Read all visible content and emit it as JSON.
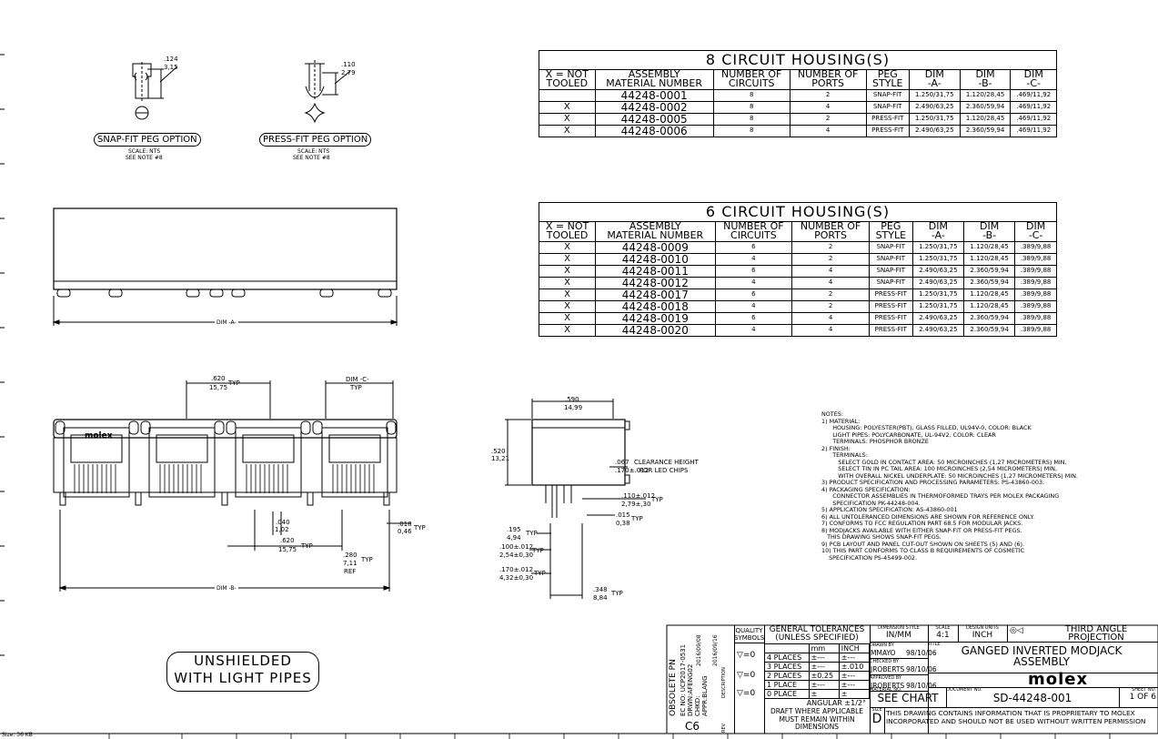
{
  "peg_options": {
    "snap_fit": {
      "dim_in": ".124",
      "dim_mm": "3,15",
      "label": "SNAP-FIT PEG OPTION",
      "scale": "SCALE: NTS",
      "note": "SEE NOTE #8"
    },
    "press_fit": {
      "dim_in": ".110",
      "dim_mm": "2,79",
      "label": "PRESS-FIT PEG OPTION",
      "scale": "SCALE: NTS",
      "note": "SEE NOTE #8"
    }
  },
  "table8": {
    "title": "8 CIRCUIT HOUSING(S)",
    "headers": [
      "X = NOT\nTOOLED",
      "ASSEMBLY\nMATERIAL NUMBER",
      "NUMBER OF\nCIRCUITS",
      "NUMBER OF\nPORTS",
      "PEG\nSTYLE",
      "DIM\n-A-",
      "DIM\n-B-",
      "DIM\n-C-"
    ],
    "rows": [
      [
        "",
        "44248-0001",
        "8",
        "2",
        "SNAP-FIT",
        "1.250/31,75",
        "1.120/28,45",
        ".469/11,92"
      ],
      [
        "X",
        "44248-0002",
        "8",
        "4",
        "SNAP-FIT",
        "2.490/63,25",
        "2.360/59,94",
        ".469/11,92"
      ],
      [
        "X",
        "44248-0005",
        "8",
        "2",
        "PRESS-FIT",
        "1.250/31,75",
        "1.120/28,45",
        ".469/11,92"
      ],
      [
        "X",
        "44248-0006",
        "8",
        "4",
        "PRESS-FIT",
        "2.490/63,25",
        "2.360/59,94",
        ".469/11,92"
      ]
    ]
  },
  "table6": {
    "title": "6 CIRCUIT HOUSING(S)",
    "headers": [
      "X = NOT\nTOOLED",
      "ASSEMBLY\nMATERIAL NUMBER",
      "NUMBER OF\nCIRCUITS",
      "NUMBER OF\nPORTS",
      "PEG\nSTYLE",
      "DIM\n-A-",
      "DIM\n-B-",
      "DIM\n-C-"
    ],
    "rows": [
      [
        "X",
        "44248-0009",
        "6",
        "2",
        "SNAP-FIT",
        "1.250/31,75",
        "1.120/28,45",
        ".389/9,88"
      ],
      [
        "X",
        "44248-0010",
        "4",
        "2",
        "SNAP-FIT",
        "1.250/31,75",
        "1.120/28,45",
        ".389/9,88"
      ],
      [
        "X",
        "44248-0011",
        "6",
        "4",
        "SNAP-FIT",
        "2.490/63,25",
        "2.360/59,94",
        ".389/9,88"
      ],
      [
        "X",
        "44248-0012",
        "4",
        "4",
        "SNAP-FIT",
        "2.490/63,25",
        "2.360/59,94",
        ".389/9,88"
      ],
      [
        "X",
        "44248-0017",
        "6",
        "2",
        "PRESS-FIT",
        "1.250/31,75",
        "1.120/28,45",
        ".389/9,88"
      ],
      [
        "X",
        "44248-0018",
        "4",
        "2",
        "PRESS-FIT",
        "1.250/31,75",
        "1.120/28,45",
        ".389/9,88"
      ],
      [
        "X",
        "44248-0019",
        "6",
        "4",
        "PRESS-FIT",
        "2.490/63,25",
        "2.360/59,94",
        ".389/9,88"
      ],
      [
        "X",
        "44248-0020",
        "4",
        "4",
        "PRESS-FIT",
        "2.490/63,25",
        "2.360/59,94",
        ".389/9,88"
      ]
    ]
  },
  "top_view": {
    "dim_a": "DIM -A-"
  },
  "front_view": {
    "brand": "molex",
    "dim_620_top": ".620",
    "dim_1575_top": "15,75",
    "typ": "TYP",
    "dim_c": "DIM -C-",
    "dim_040": ".040",
    "dim_102": "1,02",
    "dim_620_bot": ".620",
    "dim_1575_bot": "15,75",
    "dim_018": ".018",
    "dim_046": "0,46",
    "dim_280": ".280",
    "dim_711": "7,11",
    "ref": "REF",
    "dim_b": "DIM -B-"
  },
  "side_view": {
    "dim_590": ".590",
    "dim_1499": "14,99",
    "dim_520": ".520",
    "dim_1321": "13,21",
    "dim_067": ".067",
    "dim_170": ".170±.012",
    "clearance": "CLEARANCE HEIGHT",
    "led": "FOR LED CHIPS",
    "dim_110": ".110±.012",
    "dim_279": "2,79±,30",
    "dim_015": ".015",
    "dim_038": "0,38",
    "dim_195": ".195",
    "dim_494": "4,94",
    "dim_100": ".100±.012",
    "dim_254": "2,54±0,30",
    "dim_432": "4,32±0,30",
    "dim_348": ".348",
    "dim_884": "8,84",
    "typ": "TYP"
  },
  "notes": "NOTES:\n1) MATERIAL:\n      HOUSING: POLYESTER(PBT), GLASS FILLED, UL94V-0, COLOR: BLACK\n      LIGHT PIPES: POLYCARBONATE, UL-94V2, COLOR: CLEAR\n      TERMINALS: PHOSPHOR BRONZE\n2) FINISH:\n      TERMINALS:\n         SELECT GOLD IN CONTACT AREA: 50 MICROINCHES (1,27 MICROMETERS) MIN.\n         SELECT TIN IN PC TAIL AREA: 100 MICROINCHES (2,54 MICROMETERS) MIN,\n         WITH OVERALL NICKEL UNDERPLATE: 50 MICROINCHES (1,27 MICROMETERS) MIN.\n3) PRODUCT SPECIFICATION AND PROCESSING PARAMETERS: PS-43860-003.\n4) PACKAGING SPECIFICATION:\n      CONNECTOR ASSEMBLIES IN THERMOFORMED TRAYS PER MOLEX PACKAGING\n      SPECIFICATION PK-44248-004.\n5) APPLICATION SPECIFICATION: AS-43860-001\n6) ALL UNTOLERANCED DIMENSIONS ARE SHOWN FOR REFERENCE ONLY.\n7) CONFORMS TO FCC REGULATION PART 68.5 FOR MODULAR JACKS.\n8) MODJACKS AVAILABLE WITH EITHER SNAP-FIT OR PRESS-FIT PEGS.\n   THIS DRAWING SHOWS SNAP-FIT PEGS.\n9) PCB LAYOUT AND PANEL CUT-OUT SHOWN ON SHEETS (5) AND (6).\n10) THIS PART CONFORMS TO CLASS B REQUIREMENTS OF COSMETIC\n    SPECIFICATION PS-45499-002.",
  "badge": {
    "line1": "UNSHIELDED",
    "line2": "WITH LIGHT PIPES"
  },
  "title_block": {
    "obsolete": "OBSOLETE PN",
    "ec": "EC NO: UCP2017-0531",
    "drwn": "DRWN:AFENG02",
    "chkd": "CHKD:",
    "apprd": "APPR:BLANG",
    "date1": "2016/09/08",
    "date2": "2016/09/16",
    "rev": "C6",
    "rev_label": "REV",
    "desc_label": "DESCRIPTION",
    "quality": "QUALITY SYMBOLS",
    "tol_title": "GENERAL TOLERANCES (UNLESS SPECIFIED)",
    "mm": "mm",
    "inch": "INCH",
    "places": [
      [
        "4 PLACES",
        "±---",
        "±---"
      ],
      [
        "3 PLACES",
        "±---",
        "±.010"
      ],
      [
        "2 PLACES",
        "±0.25",
        "±---"
      ],
      [
        "1 PLACE",
        "±---",
        "±---"
      ],
      [
        "0 PLACE",
        "±",
        "±"
      ]
    ],
    "angular": "ANGULAR ±1/2°",
    "draft": "DRAFT WHERE APPLICABLE MUST REMAIN WITHIN DIMENSIONS",
    "qsym": "=0",
    "dim_style_label": "DIMENSION STYLE",
    "dim_style": "IN/MM",
    "scale_label": "SCALE",
    "scale": "4:1",
    "units_label": "DESIGN UNITS",
    "units": "INCH",
    "projection": "THIRD ANGLE PROJECTION",
    "drawn_label": "DRAWN BY",
    "drawn": "MMAYO",
    "drawn_date": "98/10/06",
    "checked_label": "CHECKED BY",
    "checked": "JROBERTS",
    "checked_date": "98/10/06",
    "approved_label": "APPROVED BY",
    "approved": "JROBERTS",
    "approved_date": "98/10/06",
    "date_label": "DATE",
    "title_label": "TITLE",
    "title": "GANGED INVERTED MODJACK ASSEMBLY",
    "brand": "molex",
    "material_label": "MATERIAL NO.",
    "material": "SEE CHART",
    "document_label": "DOCUMENT NO.",
    "document": "SD-44248-001",
    "sheet_label": "SHEET NO.",
    "sheet": "1 OF 6",
    "size_label": "SIZE",
    "size": "D",
    "proprietary": "THIS DRAWING CONTAINS INFORMATION THAT IS PROPRIETARY TO MOLEX INCORPORATED AND SHOULD NOT BE USED WITHOUT WRITTEN PERMISSION"
  },
  "footer": {
    "stamp": "Size: 36 KB"
  }
}
